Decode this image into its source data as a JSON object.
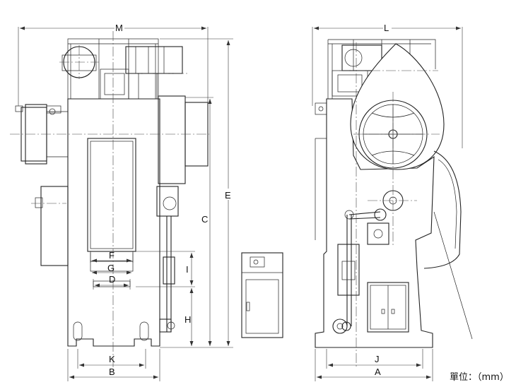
{
  "dimensions": {
    "M": "M",
    "L": "L",
    "E": "E",
    "C": "C",
    "F": "F",
    "G": "G",
    "D": "D",
    "I": "I",
    "H": "H",
    "K": "K",
    "B": "B",
    "J": "J",
    "A": "A"
  },
  "unit_label": "單位：（mm）"
}
